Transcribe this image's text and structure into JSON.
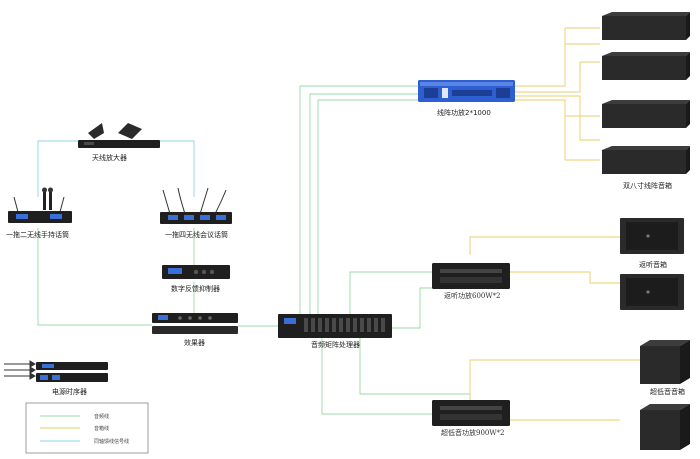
{
  "colors": {
    "audio_line": "#9ad8a8",
    "speaker_line": "#e8cf6a",
    "antenna_line": "#8fd3e8",
    "rack_dark": "#1f1f1f",
    "amp_blue": "#2d5fd0",
    "speaker_face": "#2a2a2a"
  },
  "labels": {
    "antenna_amp": "天线放大器",
    "wireless_handheld": "一拖二无线手持话筒",
    "wireless_conference": "一拖四无线会议话筒",
    "feedback_suppressor": "数字反馈抑制器",
    "effects": "效果器",
    "power_sequencer": "电源时序器",
    "matrix_processor": "音频矩阵处理器",
    "line_array_amp": "线阵功放2*1000",
    "line_array_speaker": "双八寸线阵音箱",
    "monitor_speaker": "返听音箱",
    "monitor_amp": "返听功放600W*2",
    "subwoofer_speaker": "超低音音箱",
    "subwoofer_amp": "超低音功放900W*2"
  },
  "legend": {
    "items": [
      {
        "label": "音频线",
        "color": "#9ad8a8"
      },
      {
        "label": "音箱线",
        "color": "#e8cf6a"
      },
      {
        "label": "同轴馈线信号线",
        "color": "#8fd3e8"
      }
    ]
  },
  "icons": [
    "antenna-icon",
    "microphone-icon",
    "amplifier-icon",
    "speaker-icon",
    "subwoofer-icon",
    "rack-device-icon",
    "arrow-icon"
  ]
}
